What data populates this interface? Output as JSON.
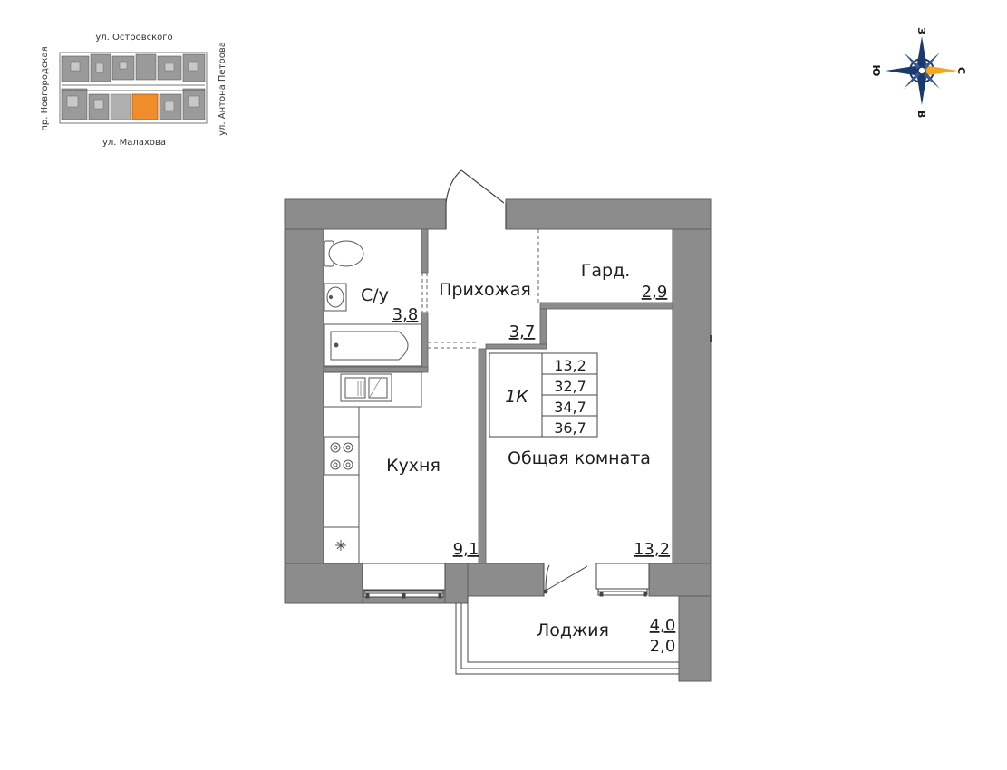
{
  "site_plan": {
    "street_top": "ул. Островского",
    "street_bottom": "ул. Малахова",
    "street_left": "пр. Новгородская",
    "street_right": "ул. Антона Петрова"
  },
  "compass": {
    "north": "С",
    "south": "Ю",
    "west": "З",
    "east": "В"
  },
  "rooms": {
    "bathroom": {
      "name": "С/у",
      "area": "3,8"
    },
    "hallway": {
      "name": "Прихожая",
      "area": "3,7"
    },
    "wardrobe": {
      "name": "Гард.",
      "area": "2,9"
    },
    "kitchen": {
      "name": "Кухня",
      "area": "9,1"
    },
    "living": {
      "name": "Общая комната",
      "area": "13,2"
    },
    "loggia": {
      "name": "Лоджия",
      "area": "4,0",
      "area_reduced": "2,0"
    }
  },
  "summary": {
    "type": "1К",
    "living_area": "13,2",
    "total_area": "32,7",
    "total_with_loggia": "34,7",
    "total_full": "36,7"
  },
  "colors": {
    "wall": "#8c8c8c",
    "highlight": "#f08c2a",
    "compass_accent": "#f5a623",
    "compass_dark": "#1a3a6e"
  }
}
